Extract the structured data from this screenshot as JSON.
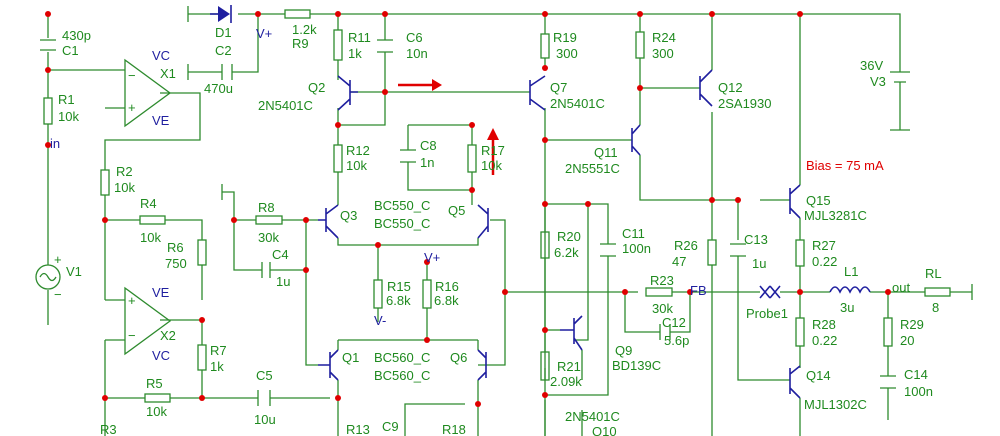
{
  "colors": {
    "wire": "#2e8b2e",
    "component_text": "#1f8a1f",
    "transistor": "#1f1f9f",
    "junction": "#e00000",
    "annotation": "#e00000"
  },
  "labels": {
    "c1_value": "430p",
    "c1_name": "C1",
    "r1_name": "R1",
    "r1_value": "10k",
    "in_net": "in",
    "v1_name": "V1",
    "plus": "+",
    "minus": "−",
    "vc": "VC",
    "ve": "VE",
    "x1_name": "X1",
    "x2_name": "X2",
    "r2_name": "R2",
    "r2_value": "10k",
    "r4_name": "R4",
    "r4_value": "10k",
    "r6_name": "R6",
    "r6_value": "750",
    "r7_name": "R7",
    "r7_value": "1k",
    "r5_name": "R5",
    "r5_value": "10k",
    "r3_name": "R3",
    "c5_name": "C5",
    "c5_value": "10u",
    "d1_name": "D1",
    "c2_name": "C2",
    "c2_value": "470u",
    "v_plus": "V+",
    "v_minus": "V-",
    "r9_value": "1.2k",
    "r9_name": "R9",
    "r11_name": "R11",
    "r11_value": "1k",
    "c6_name": "C6",
    "c6_value": "10n",
    "q2_name": "Q2",
    "q2_part": "2N5401C",
    "r12_name": "R12",
    "r12_value": "10k",
    "c8_name": "C8",
    "c8_value": "1n",
    "r17_name": "R17",
    "r17_value": "10k",
    "q3_name": "Q3",
    "q3_part": "BC550_C",
    "q5_name": "Q5",
    "q5_part": "BC550_C",
    "r8_name": "R8",
    "r8_value": "30k",
    "c4_name": "C4",
    "c4_value": "1u",
    "r15_name": "R15",
    "r15_value": "6.8k",
    "r16_name": "R16",
    "r16_value": "6.8k",
    "q1_name": "Q1",
    "q1_part": "BC560_C",
    "q6_name": "Q6",
    "q6_part": "BC560_C",
    "r13_name": "R13",
    "c9_name": "C9",
    "r18_name": "R18",
    "r19_name": "R19",
    "r19_value": "300",
    "q7_name": "Q7",
    "q7_part": "2N5401C",
    "r24_name": "R24",
    "r24_value": "300",
    "q12_name": "Q12",
    "q12_part": "2SA1930",
    "q11_name": "Q11",
    "q11_part": "2N5551C",
    "r20_name": "R20",
    "r20_value": "6.2k",
    "c11_name": "C11",
    "c11_value": "100n",
    "r26_name": "R26",
    "r26_value": "47",
    "c13_name": "C13",
    "c13_value": "1u",
    "r23_name": "R23",
    "r23_value": "30k",
    "fb_net": "FB",
    "c12_name": "C12",
    "c12_value": "5.6p",
    "probe1": "Probe1",
    "r21_name": "R21",
    "r21_value": "2.09k",
    "q9_name": "Q9",
    "q9_part": "BD139C",
    "q10_part": "2N5401C",
    "q10_name": "Q10",
    "bias": "Bias = 75 mA",
    "q15_name": "Q15",
    "q15_part": "MJL3281C",
    "r27_name": "R27",
    "r27_value": "0.22",
    "l1_name": "L1",
    "l1_value": "3u",
    "out_net": "out",
    "rl_name": "RL",
    "rl_value": "8",
    "r28_name": "R28",
    "r28_value": "0.22",
    "r29_name": "R29",
    "r29_value": "20",
    "q14_name": "Q14",
    "q14_part": "MJL1302C",
    "c14_name": "C14",
    "c14_value": "100n",
    "v3_value": "36V",
    "v3_name": "V3"
  }
}
